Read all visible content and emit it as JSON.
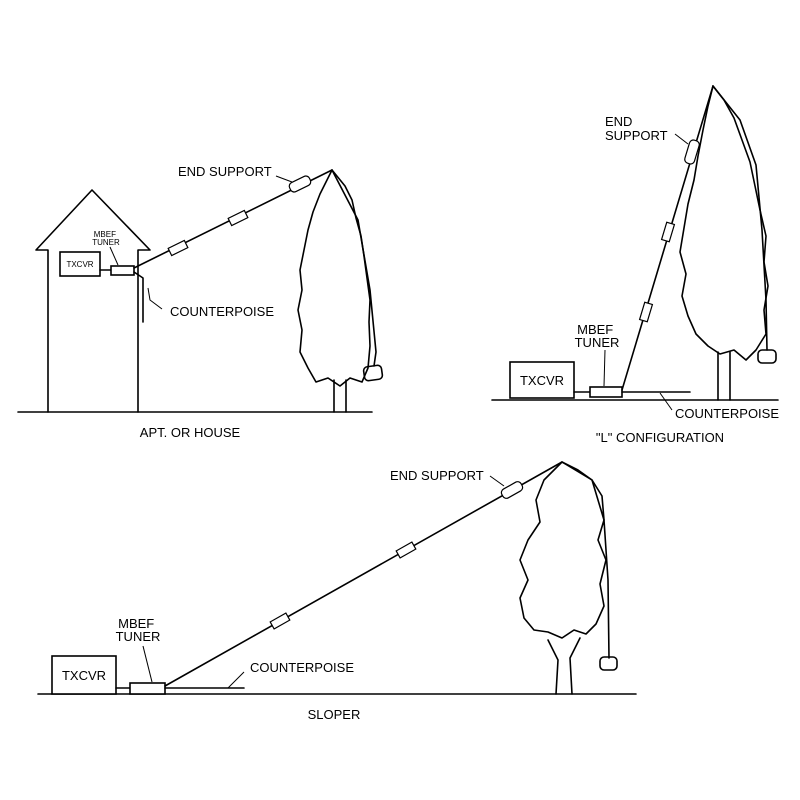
{
  "panels": {
    "apartment": {
      "caption": "APT. OR HOUSE",
      "end_support": "END SUPPORT",
      "tuner": "MBEF\nTUNER",
      "txcvr": "TXCVR",
      "counterpoise": "COUNTERPOISE"
    },
    "l_config": {
      "caption": "\"L\" CONFIGURATION",
      "end_support": "END\nSUPPORT",
      "tuner": "MBEF\nTUNER",
      "txcvr": "TXCVR",
      "counterpoise": "COUNTERPOISE"
    },
    "sloper": {
      "caption": "SLOPER",
      "end_support": "END SUPPORT",
      "tuner": "MBEF\nTUNER",
      "txcvr": "TXCVR",
      "counterpoise": "COUNTERPOISE"
    }
  },
  "colors": {
    "ink": "#000000",
    "paper": "#ffffff"
  }
}
